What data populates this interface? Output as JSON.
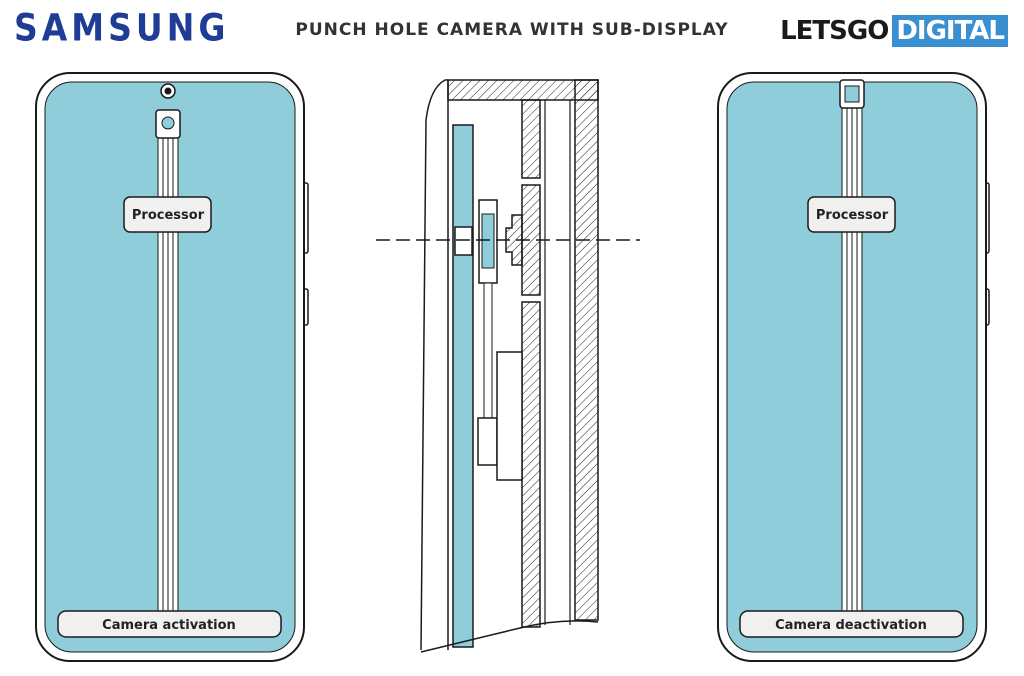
{
  "header": {
    "brand": "SAMSUNG",
    "title": "PUNCH HOLE CAMERA WITH SUB-DISPLAY",
    "logo_left": "LETSGO",
    "logo_right": "DIGITAL"
  },
  "left_phone": {
    "processor_label": "Processor",
    "status_label": "Camera activation"
  },
  "right_phone": {
    "processor_label": "Processor",
    "status_label": "Camera deactivation"
  },
  "colors": {
    "screen": "#8ecdd9",
    "brand": "#1f3c96",
    "logo_accent": "#3a8fd0",
    "label_box": "#f0f0f0",
    "outline": "#1a1a1a"
  }
}
